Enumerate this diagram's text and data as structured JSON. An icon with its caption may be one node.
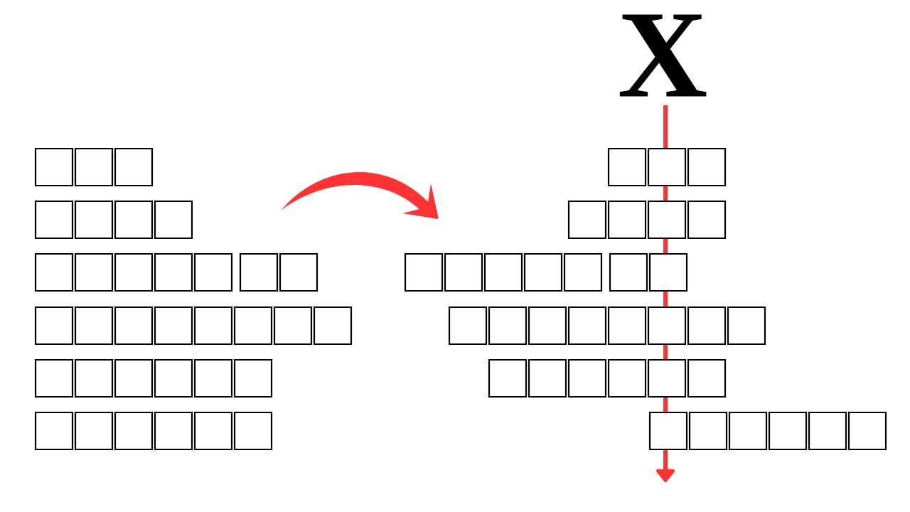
{
  "diagram": {
    "nodes": [
      {
        "text": [],
        "shape": "box"
      },
      {
        "text": [],
        "shape": "box"
      },
      {
        "text": [],
        "shape": "box"
      },
      {
        "text": [],
        "shape": "box"
      },
      {
        "text": [],
        "shape": "box"
      },
      {
        "text": [],
        "shape": "box"
      },
      {
        "text": [],
        "shape": "box"
      },
      {
        "text": [],
        "shape": "box"
      },
      {
        "text": [],
        "shape": "box"
      },
      {
        "text": [],
        "shape": "box"
      },
      {
        "text": [],
        "shape": "box"
      },
      {
        "text": [],
        "shape": "box"
      },
      {
        "text": [],
        "shape": "box"
      },
      {
        "text": [],
        "shape": "box"
      },
      {
        "text": [],
        "shape": "box"
      },
      {
        "text": [],
        "shape": "box"
      },
      {
        "text": [],
        "shape": "box"
      },
      {
        "text": [],
        "shape": "box"
      },
      {
        "text": [],
        "shape": "box"
      },
      {
        "text": [],
        "shape": "box"
      },
      {
        "text": [],
        "shape": "box"
      },
      {
        "text": [],
        "shape": "box"
      },
      {
        "text": [],
        "shape": "box"
      },
      {
        "text": [],
        "shape": "box"
      },
      {
        "text": [],
        "shape": "box"
      },
      {
        "text": [],
        "shape": "box"
      },
      {
        "text": [],
        "shape": "box"
      },
      {
        "text": [],
        "shape": "box"
      },
      {
        "text": [],
        "shape": "box"
      },
      {
        "text": [],
        "shape": "box"
      },
      {
        "text": [],
        "shape": "box"
      },
      {
        "text": [],
        "shape": "box"
      },
      {
        "text": [],
        "shape": "box"
      },
      {
        "text": [],
        "shape": "box"
      },
      {
        "text": [],
        "shape": "box"
      },
      {
        "text": [],
        "shape": "box"
      },
      {
        "text": [],
        "shape": "box"
      },
      {
        "text": [],
        "shape": "box"
      },
      {
        "text": [],
        "shape": "box"
      },
      {
        "text": [],
        "shape": "box"
      },
      {
        "text": [],
        "shape": "box"
      },
      {
        "text": [],
        "shape": "box"
      },
      {
        "text": [],
        "shape": "box"
      },
      {
        "text": [],
        "shape": "box"
      },
      {
        "text": [],
        "shape": "box"
      },
      {
        "text": [],
        "shape": "box"
      },
      {
        "text": [],
        "shape": "box"
      },
      {
        "text": [],
        "shape": "box"
      },
      {
        "text": [],
        "shape": "box"
      },
      {
        "text": [],
        "shape": "box"
      },
      {
        "text": [],
        "shape": "box"
      },
      {
        "text": [],
        "shape": "box"
      },
      {
        "text": [],
        "shape": "box"
      },
      {
        "text": [],
        "shape": "box"
      },
      {
        "text": [],
        "shape": "box"
      },
      {
        "text": [],
        "shape": "box"
      },
      {
        "text": [],
        "shape": "box"
      },
      {
        "text": [],
        "shape": "box"
      },
      {
        "text": [],
        "shape": "box"
      },
      {
        "text": [],
        "shape": "box"
      },
      {
        "text": [],
        "shape": "box"
      },
      {
        "text": [],
        "shape": "box"
      },
      {
        "text": [],
        "shape": "box"
      },
      {
        "text": [],
        "shape": "box"
      },
      {
        "text": [],
        "shape": "box"
      },
      {
        "text": [],
        "shape": "box"
      },
      {
        "text": [],
        "shape": "box"
      },
      {
        "text": [],
        "shape": "box"
      }
    ],
    "labels": [
      "X"
    ]
  }
}
